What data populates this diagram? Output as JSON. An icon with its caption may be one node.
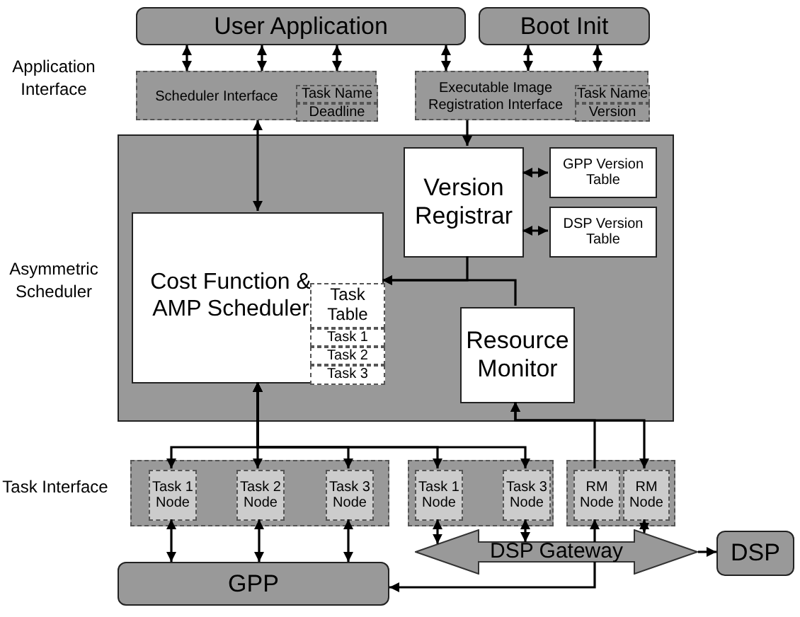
{
  "diagram": {
    "nodes": [
      {
        "text": [
          "User Application"
        ]
      },
      {
        "text": [
          "Boot Init"
        ]
      },
      {
        "text": [
          "Scheduler Interface"
        ]
      },
      {
        "text": [
          "Task Name"
        ],
        "in": 2
      },
      {
        "text": [
          "Deadline"
        ],
        "in": 2
      },
      {
        "text": [
          "Executable Image Registration Interface"
        ]
      },
      {
        "text": [
          "Task Name"
        ],
        "in": 5
      },
      {
        "text": [
          "Version"
        ],
        "in": 5
      },
      {
        "text": [],
        "shape": "box"
      },
      {
        "text": [
          "Version Registrar"
        ],
        "in": 8
      },
      {
        "text": [
          "GPP Version Table"
        ],
        "in": 8
      },
      {
        "text": [
          "DSP Version Table"
        ],
        "in": 8
      },
      {
        "text": [
          "Cost Function & AMP Scheduler"
        ],
        "in": 8
      },
      {
        "text": [
          "Task Table"
        ],
        "in": 12
      },
      {
        "text": [
          "Task 1"
        ],
        "in": 12
      },
      {
        "text": [
          "Task 2"
        ],
        "in": 12
      },
      {
        "text": [
          "Task 3"
        ],
        "in": 12
      },
      {
        "text": [
          "Resource Monitor"
        ],
        "in": 8
      },
      {
        "text": [],
        "shape": "box"
      },
      {
        "text": [
          "Task 1 Node"
        ],
        "in": 18
      },
      {
        "text": [
          "Task 2 Node"
        ],
        "in": 18
      },
      {
        "text": [
          "Task 3 Node"
        ],
        "in": 18
      },
      {
        "text": [],
        "shape": "box"
      },
      {
        "text": [
          "Task 1 Node"
        ],
        "in": 22
      },
      {
        "text": [
          "Task 3 Node"
        ],
        "in": 22
      },
      {
        "text": [],
        "shape": "box"
      },
      {
        "text": [
          "RM Node"
        ],
        "in": 25
      },
      {
        "text": [
          "RM Node"
        ],
        "in": 25
      },
      {
        "text": [
          "GPP"
        ]
      },
      {
        "text": [
          "DSP Gateway"
        ]
      },
      {
        "text": [
          "DSP"
        ]
      }
    ],
    "edges": [
      {
        "from": 0,
        "to": 2,
        "arrow": "both"
      },
      {
        "from": 0,
        "to": 2,
        "arrow": "both"
      },
      {
        "from": 0,
        "to": 2,
        "arrow": "both"
      },
      {
        "from": 0,
        "to": 5,
        "arrow": "both"
      },
      {
        "from": 1,
        "to": 5,
        "arrow": "both"
      },
      {
        "from": 1,
        "to": 5,
        "arrow": "both"
      },
      {
        "from": 2,
        "to": 12,
        "arrow": "both"
      },
      {
        "from": 5,
        "to": 9,
        "arrow": "to"
      },
      {
        "from": 9,
        "to": 10,
        "arrow": "both"
      },
      {
        "from": 9,
        "to": 11,
        "arrow": "both"
      },
      {
        "from": 9,
        "to": 12,
        "arrow": "to"
      },
      {
        "from": 17,
        "to": 12,
        "arrow": "to"
      },
      {
        "from": 12,
        "to": 19,
        "arrow": "both"
      },
      {
        "from": 12,
        "to": 20,
        "arrow": "both"
      },
      {
        "from": 12,
        "to": 21,
        "arrow": "both"
      },
      {
        "from": 12,
        "to": 23,
        "arrow": "both"
      },
      {
        "from": 12,
        "to": 24,
        "arrow": "both"
      },
      {
        "from": 26,
        "to": 17,
        "arrow": "to"
      },
      {
        "from": 27,
        "to": 17,
        "arrow": "both"
      },
      {
        "from": 19,
        "to": 28,
        "arrow": "both"
      },
      {
        "from": 20,
        "to": 28,
        "arrow": "both"
      },
      {
        "from": 21,
        "to": 28,
        "arrow": "both"
      },
      {
        "from": 23,
        "to": 29,
        "arrow": "both"
      },
      {
        "from": 24,
        "to": 29,
        "arrow": "both"
      },
      {
        "from": 29,
        "to": 26,
        "arrow": "to"
      },
      {
        "from": 27,
        "to": 29,
        "arrow": "both"
      },
      {
        "from": 29,
        "to": 28,
        "arrow": "to"
      },
      {
        "from": 29,
        "to": 30,
        "arrow": "to"
      }
    ],
    "labels": [
      "Application Interface",
      "Asymmetric Scheduler",
      "Task Interface"
    ]
  }
}
